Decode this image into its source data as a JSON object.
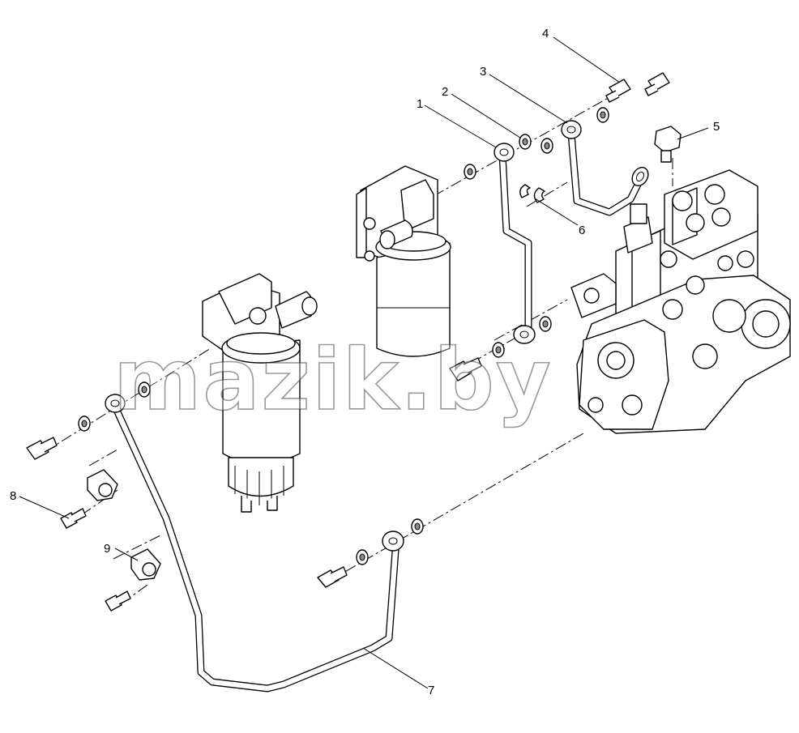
{
  "callouts": [
    {
      "id": "1",
      "label": "1"
    },
    {
      "id": "2",
      "label": "2"
    },
    {
      "id": "3",
      "label": "3"
    },
    {
      "id": "4",
      "label": "4"
    },
    {
      "id": "5",
      "label": "5"
    },
    {
      "id": "6",
      "label": "6"
    },
    {
      "id": "7",
      "label": "7"
    },
    {
      "id": "8",
      "label": "8"
    },
    {
      "id": "9",
      "label": "9"
    }
  ],
  "watermark": "mazik.by"
}
